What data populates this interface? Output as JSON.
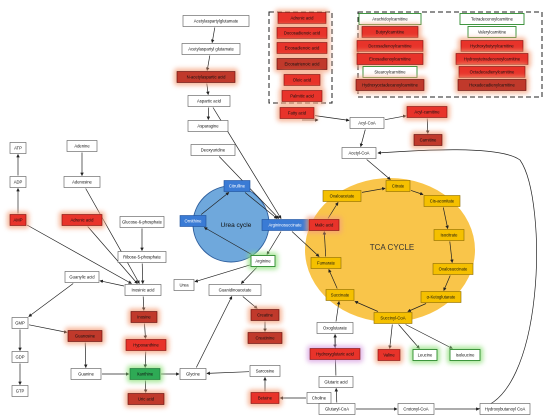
{
  "colors": {
    "decreased": "#e8332a",
    "increased": "#f2f2f2",
    "tca": "#f9c54a",
    "tca_box": "#f5c000",
    "urea": "#6fa8dc",
    "urea_node": "#3a7bd5",
    "glow_red": "#f4a07a",
    "glow_green": "#8fe07a",
    "glow_purple": "#d8a0e0",
    "dark_red": "#c0392b"
  },
  "labels": {
    "tca_cycle": "TCA CYCLE",
    "urea_cycle": "Urea cycle"
  },
  "nodes": [
    {
      "id": "acetylaspartylglutamate",
      "text": "Acetylaspartylglutamate",
      "style": "plain"
    },
    {
      "id": "acetylaspartylglutamate2",
      "text": "Acetylaspartyl glutamate",
      "style": "plain"
    },
    {
      "id": "acetylaspartic",
      "text": "N-acetylaspartic acid",
      "style": "dred"
    },
    {
      "id": "aspartic",
      "text": "Aspartic acid",
      "style": "plain"
    },
    {
      "id": "asparagine",
      "text": "Asparagine",
      "style": "plain"
    },
    {
      "id": "adrenic1",
      "text": "Adrenic acid",
      "style": "red_glow"
    },
    {
      "id": "docosadienoic",
      "text": "Docosadienoic acid",
      "style": "red_glow"
    },
    {
      "id": "eicosadienoic",
      "text": "Eicosadienoic acid",
      "style": "red_glow"
    },
    {
      "id": "eicosatrienoic",
      "text": "Eicosatrienoic acid",
      "style": "dred"
    },
    {
      "id": "oleic",
      "text": "Oleic acid",
      "style": "red_glow"
    },
    {
      "id": "palmitic",
      "text": "Palmitic acid",
      "style": "red_glow"
    },
    {
      "id": "fatty",
      "text": "Fatty acid",
      "style": "red_glow"
    },
    {
      "id": "acylcoa",
      "text": "Acyl-CoA",
      "style": "plain"
    },
    {
      "id": "acylcarnitine",
      "text": "Acyl-carnitine",
      "style": "red_glow"
    },
    {
      "id": "carnitine",
      "text": "Carnitine",
      "style": "dred"
    },
    {
      "id": "acetylcoa",
      "text": "Acetyl-CoA",
      "style": "plain"
    },
    {
      "id": "arachidoyl",
      "text": "Arachidoylcarnitine",
      "style": "green_box"
    },
    {
      "id": "butyryl",
      "text": "Butyrylcarnitine",
      "style": "red_glow"
    },
    {
      "id": "decosadienoyl",
      "text": "Decosadienoylcarnitine",
      "style": "red_glow"
    },
    {
      "id": "eicosadienoyl",
      "text": "Eicosadienoylcarnitine",
      "style": "red_glow"
    },
    {
      "id": "stearoyl",
      "text": "Stearoylcarnitine",
      "style": "green_box"
    },
    {
      "id": "hydroxyoctadec",
      "text": "Hydroxyoctadecanoylcarnitine",
      "style": "dred"
    },
    {
      "id": "tetradecenoyl",
      "text": "Tetradecenoylcarnitine",
      "style": "green_box"
    },
    {
      "id": "valeryl",
      "text": "Valerylcarnitine",
      "style": "green_box"
    },
    {
      "id": "hydroxybutyryl",
      "text": "Hydroxybutyrylcarnitine",
      "style": "red_glow"
    },
    {
      "id": "hydroxytetradec",
      "text": "Hydroxytetradecenoylcarnitine",
      "style": "red_glow"
    },
    {
      "id": "octadecadienyl",
      "text": "Octadecadienylcarnitine",
      "style": "red_glow"
    },
    {
      "id": "hexadecadienyl",
      "text": "Hexadecadienylcarnitine",
      "style": "dred"
    },
    {
      "id": "deoxyuridine",
      "text": "Deoxyuridine",
      "style": "plain"
    },
    {
      "id": "atp",
      "text": "ATP",
      "style": "plain"
    },
    {
      "id": "adp",
      "text": "ADP",
      "style": "plain"
    },
    {
      "id": "amp",
      "text": "AMP",
      "style": "red_glow"
    },
    {
      "id": "adenine",
      "text": "Adenine",
      "style": "plain"
    },
    {
      "id": "adenosine",
      "text": "Adenosine",
      "style": "plain"
    },
    {
      "id": "adrenic2",
      "text": "Adrenic acid",
      "style": "red_glow"
    },
    {
      "id": "glucose6p",
      "text": "Glucose-6-phosphate",
      "style": "plain"
    },
    {
      "id": "ribose5p",
      "text": "Ribose-5-phosphate",
      "style": "plain"
    },
    {
      "id": "inosinic",
      "text": "Inosinic acid",
      "style": "plain"
    },
    {
      "id": "guanylic",
      "text": "Guanylic acid",
      "style": "plain"
    },
    {
      "id": "gmp",
      "text": "GMP",
      "style": "plain"
    },
    {
      "id": "gdp",
      "text": "GDP",
      "style": "plain"
    },
    {
      "id": "gtp",
      "text": "GTP",
      "style": "plain"
    },
    {
      "id": "guanosine",
      "text": "Guanosine",
      "style": "dred"
    },
    {
      "id": "guanine",
      "text": "Guanine",
      "style": "plain"
    },
    {
      "id": "inosine",
      "text": "Inosine",
      "style": "dred"
    },
    {
      "id": "hypoxanthine",
      "text": "Hypoxanthine",
      "style": "red_glow"
    },
    {
      "id": "xanthine",
      "text": "Xanthine",
      "style": "green_fill"
    },
    {
      "id": "uricacid",
      "text": "Uric acid",
      "style": "dred"
    },
    {
      "id": "glycine",
      "text": "Glycine",
      "style": "plain"
    },
    {
      "id": "creatine",
      "text": "Creatine",
      "style": "dred"
    },
    {
      "id": "creatinine",
      "text": "Creatinine",
      "style": "dred"
    },
    {
      "id": "sarcosine",
      "text": "Sarcosine",
      "style": "plain"
    },
    {
      "id": "betaine",
      "text": "Betaine",
      "style": "red_glow"
    },
    {
      "id": "choline",
      "text": "Choline",
      "style": "plain"
    },
    {
      "id": "guanidinoacetate",
      "text": "Guanidinoacetate",
      "style": "plain"
    },
    {
      "id": "urea",
      "text": "Urea",
      "style": "plain"
    },
    {
      "id": "citrulline",
      "text": "Citrulline",
      "style": "blue"
    },
    {
      "id": "ornithine",
      "text": "Ornithine",
      "style": "blue"
    },
    {
      "id": "argininosuccinate",
      "text": "Argininosuccinate",
      "style": "blue"
    },
    {
      "id": "arginine",
      "text": "Arginine",
      "style": "green_box"
    },
    {
      "id": "malic",
      "text": "Malic acid",
      "style": "red_glow"
    },
    {
      "id": "oxaloacetate",
      "text": "Oxaloacetate",
      "style": "yellow"
    },
    {
      "id": "citrate",
      "text": "Citrate",
      "style": "yellow"
    },
    {
      "id": "cisaconitate",
      "text": "Cis-aconitate",
      "style": "yellow"
    },
    {
      "id": "isocitrate",
      "text": "Isocitrate",
      "style": "yellow"
    },
    {
      "id": "oxalosuccinate",
      "text": "Oxalosuccinate",
      "style": "yellow"
    },
    {
      "id": "akg",
      "text": "α-Ketoglutarate",
      "style": "yellow"
    },
    {
      "id": "succinylcoa",
      "text": "Succinyl-CoA",
      "style": "yellow"
    },
    {
      "id": "succinate",
      "text": "Succinate",
      "style": "yellow"
    },
    {
      "id": "fumarate",
      "text": "Fumarate",
      "style": "yellow"
    },
    {
      "id": "oxoglutarate",
      "text": "Oxoglutarate",
      "style": "plain"
    },
    {
      "id": "hydroxyglutaric",
      "text": "Hydroxyglutaric acid",
      "style": "red_purple"
    },
    {
      "id": "valine",
      "text": "Valine",
      "style": "red_glow"
    },
    {
      "id": "leucine",
      "text": "Leucine",
      "style": "green_box"
    },
    {
      "id": "isoleucine",
      "text": "Isoleucine",
      "style": "green_box"
    },
    {
      "id": "glutaric",
      "text": "Glutaric acid",
      "style": "plain"
    },
    {
      "id": "glutarylcoa",
      "text": "Glutaryl-CoA",
      "style": "plain"
    },
    {
      "id": "crotonylcoa",
      "text": "Crotonyl-CoA",
      "style": "plain"
    },
    {
      "id": "hydroxybutanoyl",
      "text": "Hydroxybutanoyl CoA",
      "style": "plain"
    }
  ]
}
